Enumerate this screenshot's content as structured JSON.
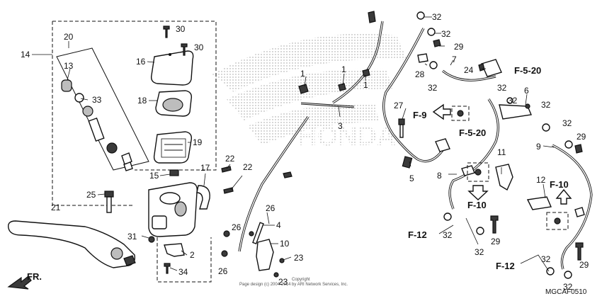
{
  "callouts": {
    "c1a": "1",
    "c1b": "1",
    "c1c": "1",
    "c2": "2",
    "c3": "3",
    "c4": "4",
    "c5": "5",
    "c6": "6",
    "c7": "7",
    "c8": "8",
    "c9": "9",
    "c10": "10",
    "c11": "11",
    "c12": "12",
    "c13": "13",
    "c14": "14",
    "c15": "15",
    "c16": "16",
    "c17": "17",
    "c18": "18",
    "c19": "19",
    "c20": "20",
    "c21": "21",
    "c22a": "22",
    "c22b": "22",
    "c23a": "23",
    "c23b": "23",
    "c24": "24",
    "c25": "25",
    "c26a": "26",
    "c26b": "26",
    "c26c": "26",
    "c27": "27",
    "c28": "28",
    "c29a": "29",
    "c29b": "29",
    "c29c": "29",
    "c29d": "29",
    "c30a": "30",
    "c30b": "30",
    "c31": "31",
    "c32a": "32",
    "c32b": "32",
    "c32c": "32",
    "c32d": "32",
    "c32e": "32",
    "c32f": "32",
    "c32g": "32",
    "c32h": "32",
    "c32i": "32",
    "c32j": "32",
    "c32k": "32",
    "c33": "33",
    "c34": "34"
  },
  "refs": {
    "f520a": "F-5-20",
    "f520b": "F-5-20",
    "f9": "F-9",
    "f10a": "F-10",
    "f10b": "F-10",
    "f12a": "F-12",
    "f12b": "F-12",
    "fr": "FR."
  },
  "footer": {
    "copyright_line1": "Copyright",
    "copyright_line2": "Page design (c) 2004-2014 by ARI Network Services, Inc.",
    "diagram_code": "MGCAF0510"
  },
  "watermark": {
    "text": "HONDA"
  }
}
